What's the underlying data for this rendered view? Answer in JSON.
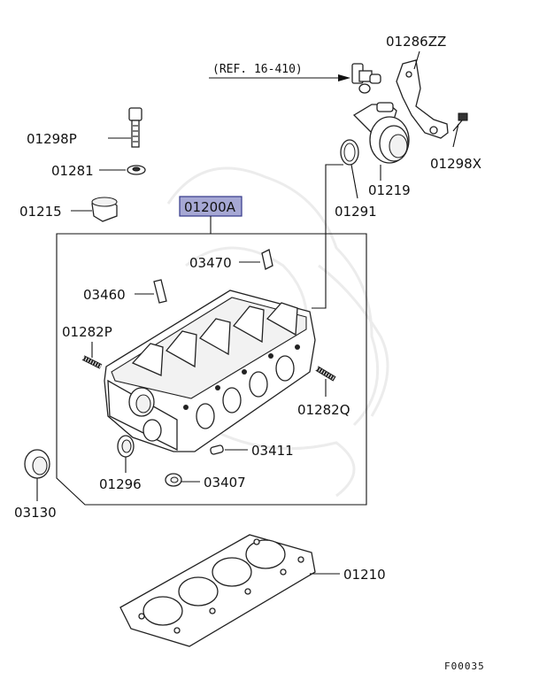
{
  "labels": {
    "p01286ZZ": "01286ZZ",
    "ref": "(REF. 16-410)",
    "p01298P": "01298P",
    "p01281": "01281",
    "p01215": "01215",
    "p01200A": "01200A",
    "p01219": "01219",
    "p01298X": "01298X",
    "p01291": "01291",
    "p03470": "03470",
    "p03460": "03460",
    "p01282P": "01282P",
    "p01282Q": "01282Q",
    "p03411": "03411",
    "p01296": "01296",
    "p03407": "03407",
    "p03130": "03130",
    "p01210": "01210",
    "figure_code": "F00035"
  },
  "colors": {
    "highlight_fill": "#a6a8d4",
    "highlight_stroke": "#34388a",
    "line": "#111111",
    "watermark": "#ececec"
  }
}
